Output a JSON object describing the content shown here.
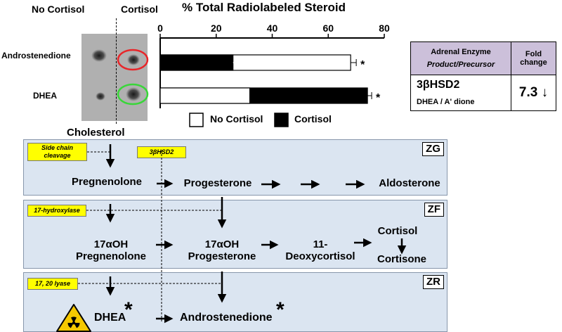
{
  "header": {
    "no_cortisol_label": "No Cortisol",
    "cortisol_label": "Cortisol",
    "chart_title": "% Total Radiolabeled Steroid"
  },
  "blot_rows": [
    "Androstenedione",
    "DHEA"
  ],
  "legend": {
    "open": "No Cortisol",
    "filled": "Cortisol"
  },
  "chart_data": {
    "type": "bar",
    "orientation": "horizontal",
    "title": "% Total Radiolabeled Steroid",
    "categories": [
      "Androstenedione",
      "DHEA"
    ],
    "series": [
      {
        "name": "No Cortisol",
        "fill": "#ffffff",
        "values": [
          68,
          32
        ],
        "errors": [
          2,
          2
        ]
      },
      {
        "name": "Cortisol",
        "fill": "#000000",
        "values": [
          26,
          74
        ],
        "errors": [
          1.5,
          1.5
        ]
      }
    ],
    "significance": [
      "*",
      "*"
    ],
    "xlim": [
      0,
      80
    ],
    "xticks": [
      "0",
      "20",
      "40",
      "60",
      "80"
    ],
    "legend_position": "bottom",
    "grid": false
  },
  "enzyme_table": {
    "header_left_1": "Adrenal Enzyme",
    "header_left_2": "Product/Precursor",
    "header_right": "Fold change",
    "enzyme": "3βHSD2",
    "ratio": "DHEA / A' dione",
    "fold": "7.3 ↓"
  },
  "pathway": {
    "cholesterol": "Cholesterol",
    "enzyme_3bhsd2": "3βHSD2",
    "zones": [
      {
        "tag": "ZG",
        "enzyme": [
          "Side chain",
          "cleavage"
        ],
        "steps": [
          "Pregnenolone",
          "Progesterone",
          "Aldosterone"
        ]
      },
      {
        "tag": "ZF",
        "enzyme": [
          "17-hydroxylase"
        ],
        "steps": [
          [
            "17αOH",
            "Pregnenolone"
          ],
          [
            "17αOH",
            "Progesterone"
          ],
          [
            "11-",
            "Deoxycortisol"
          ],
          [
            "Cortisol"
          ],
          [
            "Cortisone"
          ]
        ]
      },
      {
        "tag": "ZR",
        "enzyme": [
          "17, 20 lyase"
        ],
        "steps": [
          "DHEA",
          "Androstenedione"
        ],
        "asterisk": "*"
      }
    ]
  },
  "colors": {
    "zone_fill": "#dbe5f1",
    "enzyme_box": "#ffff00",
    "table_header": "#ccc0da",
    "circle_red": "#e8262a",
    "circle_green": "#39d639",
    "blot_bg": "#b0b0b0",
    "hazard": "#f5c800"
  }
}
